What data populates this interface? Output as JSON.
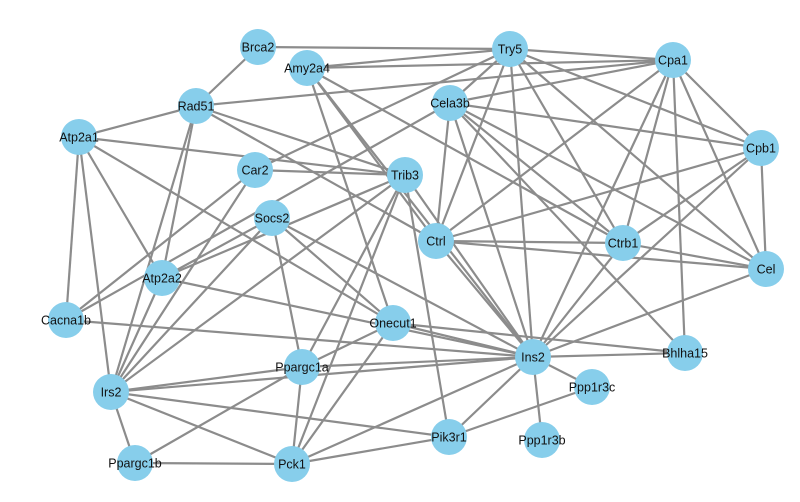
{
  "nodes": [
    {
      "id": "brca2",
      "label": "Brca2"
    },
    {
      "id": "amy2a4",
      "label": "Amy2a4"
    },
    {
      "id": "try5",
      "label": "Try5"
    },
    {
      "id": "cpa1",
      "label": "Cpa1"
    },
    {
      "id": "rad51",
      "label": "Rad51"
    },
    {
      "id": "cela3b",
      "label": "Cela3b"
    },
    {
      "id": "atp2a1",
      "label": "Atp2a1"
    },
    {
      "id": "cpb1",
      "label": "Cpb1"
    },
    {
      "id": "car2",
      "label": "Car2"
    },
    {
      "id": "trib3",
      "label": "Trib3"
    },
    {
      "id": "socs2",
      "label": "Socs2"
    },
    {
      "id": "ctrl",
      "label": "Ctrl"
    },
    {
      "id": "ctrb1",
      "label": "Ctrb1"
    },
    {
      "id": "cel",
      "label": "Cel"
    },
    {
      "id": "atp2a2",
      "label": "Atp2a2"
    },
    {
      "id": "cacna1b",
      "label": "Cacna1b"
    },
    {
      "id": "onecut1",
      "label": "Onecut1"
    },
    {
      "id": "ins2",
      "label": "Ins2"
    },
    {
      "id": "bhlha15",
      "label": "Bhlha15"
    },
    {
      "id": "ppargc1a",
      "label": "Ppargc1a"
    },
    {
      "id": "ppp1r3c",
      "label": "Ppp1r3c"
    },
    {
      "id": "irs2",
      "label": "Irs2"
    },
    {
      "id": "pik3r1",
      "label": "Pik3r1"
    },
    {
      "id": "ppp1r3b",
      "label": "Ppp1r3b"
    },
    {
      "id": "ppargc1b",
      "label": "Ppargc1b"
    },
    {
      "id": "pck1",
      "label": "Pck1"
    }
  ],
  "edges": [
    [
      "brca2",
      "rad51"
    ],
    [
      "brca2",
      "try5"
    ],
    [
      "amy2a4",
      "try5"
    ],
    [
      "amy2a4",
      "cpa1"
    ],
    [
      "amy2a4",
      "ctrl"
    ],
    [
      "amy2a4",
      "ctrb1"
    ],
    [
      "amy2a4",
      "ins2"
    ],
    [
      "amy2a4",
      "onecut1"
    ],
    [
      "rad51",
      "cpa1"
    ],
    [
      "rad51",
      "trib3"
    ],
    [
      "rad51",
      "ctrl"
    ],
    [
      "rad51",
      "irs2"
    ],
    [
      "rad51",
      "atp2a2"
    ],
    [
      "try5",
      "cpa1"
    ],
    [
      "try5",
      "cpb1"
    ],
    [
      "try5",
      "ctrl"
    ],
    [
      "try5",
      "ctrb1"
    ],
    [
      "try5",
      "cel"
    ],
    [
      "try5",
      "ins2"
    ],
    [
      "try5",
      "cela3b"
    ],
    [
      "try5",
      "car2"
    ],
    [
      "cpa1",
      "cela3b"
    ],
    [
      "cpa1",
      "cpb1"
    ],
    [
      "cpa1",
      "ctrl"
    ],
    [
      "cpa1",
      "ctrb1"
    ],
    [
      "cpa1",
      "cel"
    ],
    [
      "cpa1",
      "ins2"
    ],
    [
      "cpa1",
      "bhlha15"
    ],
    [
      "cela3b",
      "cpb1"
    ],
    [
      "cela3b",
      "ctrl"
    ],
    [
      "cela3b",
      "ctrb1"
    ],
    [
      "cela3b",
      "cel"
    ],
    [
      "cela3b",
      "ins2"
    ],
    [
      "cela3b",
      "bhlha15"
    ],
    [
      "cela3b",
      "cacna1b"
    ],
    [
      "cpb1",
      "ctrl"
    ],
    [
      "cpb1",
      "ctrb1"
    ],
    [
      "cpb1",
      "cel"
    ],
    [
      "cpb1",
      "ins2"
    ],
    [
      "ctrl",
      "ctrb1"
    ],
    [
      "ctrl",
      "cel"
    ],
    [
      "ctrl",
      "ins2"
    ],
    [
      "ctrb1",
      "cel"
    ],
    [
      "ctrb1",
      "ins2"
    ],
    [
      "cel",
      "ins2"
    ],
    [
      "atp2a1",
      "rad51"
    ],
    [
      "atp2a1",
      "trib3"
    ],
    [
      "atp2a1",
      "cacna1b"
    ],
    [
      "atp2a1",
      "irs2"
    ],
    [
      "atp2a1",
      "atp2a2"
    ],
    [
      "atp2a1",
      "onecut1"
    ],
    [
      "car2",
      "trib3"
    ],
    [
      "car2",
      "cacna1b"
    ],
    [
      "car2",
      "irs2"
    ],
    [
      "trib3",
      "ins2"
    ],
    [
      "trib3",
      "atp2a2"
    ],
    [
      "trib3",
      "irs2"
    ],
    [
      "trib3",
      "ppargc1a"
    ],
    [
      "trib3",
      "pck1"
    ],
    [
      "trib3",
      "pik3r1"
    ],
    [
      "socs2",
      "atp2a2"
    ],
    [
      "socs2",
      "ins2"
    ],
    [
      "socs2",
      "irs2"
    ],
    [
      "socs2",
      "ppargc1a"
    ],
    [
      "socs2",
      "onecut1"
    ],
    [
      "atp2a2",
      "ins2"
    ],
    [
      "atp2a2",
      "irs2"
    ],
    [
      "cacna1b",
      "ins2"
    ],
    [
      "onecut1",
      "ins2"
    ],
    [
      "onecut1",
      "pck1"
    ],
    [
      "onecut1",
      "ppargc1a"
    ],
    [
      "onecut1",
      "bhlha15"
    ],
    [
      "ins2",
      "ppargc1a"
    ],
    [
      "ins2",
      "irs2"
    ],
    [
      "ins2",
      "pck1"
    ],
    [
      "ins2",
      "pik3r1"
    ],
    [
      "ins2",
      "bhlha15"
    ],
    [
      "ins2",
      "ppp1r3b"
    ],
    [
      "ins2",
      "ppp1r3c"
    ],
    [
      "ppargc1a",
      "irs2"
    ],
    [
      "ppargc1a",
      "pck1"
    ],
    [
      "irs2",
      "pck1"
    ],
    [
      "irs2",
      "pik3r1"
    ],
    [
      "irs2",
      "ppargc1b"
    ],
    [
      "pik3r1",
      "pck1"
    ],
    [
      "pik3r1",
      "ppp1r3c"
    ],
    [
      "ppargc1b",
      "ppargc1a"
    ],
    [
      "ppargc1b",
      "pck1"
    ]
  ]
}
